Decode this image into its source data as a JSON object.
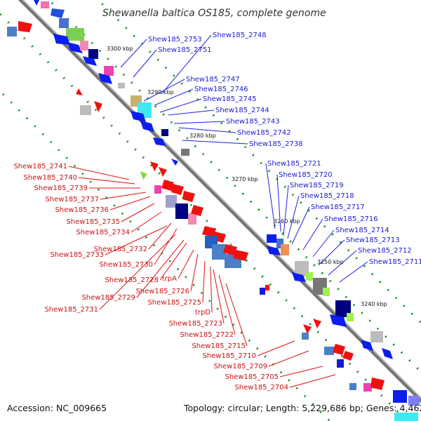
{
  "title": "Shewanella baltica OS185, complete genome",
  "footer": {
    "accession": "Accession: NC_009665",
    "summary": "Topology: circular; Length: 5,229,686 bp; Genes: 4,462"
  },
  "scale_labels": [
    "3300 kbp",
    "3290 kbp",
    "3280 kbp",
    "3270 kbp",
    "3260 kbp",
    "3250 kbp",
    "3240 kbp"
  ],
  "forward_genes": [
    "Shew185_2753",
    "Shew185_2748",
    "Shew185_2751",
    "Shew185_2747",
    "Shew185_2746",
    "Shew185_2745",
    "Shew185_2744",
    "Shew185_2743",
    "Shew185_2742",
    "Shew185_2738",
    "Shew185_2721",
    "Shew185_2720",
    "Shew185_2719",
    "Shew185_2718",
    "Shew185_2717",
    "Shew185_2716",
    "Shew185_2714",
    "Shew185_2713",
    "Shew185_2712",
    "Shew185_2711"
  ],
  "reverse_genes": [
    "Shew185_2741",
    "Shew185_2740",
    "Shew185_2739",
    "Shew185_2737",
    "Shew185_2736",
    "Shew185_2735",
    "Shew185_2734",
    "Shew185_2732",
    "Shew185_2730",
    "Shew185_2733",
    "trpA",
    "Shew185_2728",
    "Shew185_2726",
    "Shew185_2729",
    "Shew185_2725",
    "Shew185_2731",
    "trpD",
    "Shew185_2723",
    "Shew185_2722",
    "Shew185_2715",
    "Shew185_2710",
    "Shew185_2709",
    "Shew185_2705",
    "Shew185_2704"
  ],
  "colors": {
    "forward_label": "#1a1ad6",
    "reverse_label": "#cc1111",
    "backbone": "#7a7a7a",
    "forward_arrow": "#0a1ef0",
    "reverse_arrow": "#f01010",
    "tick": "#1a8c1a"
  }
}
